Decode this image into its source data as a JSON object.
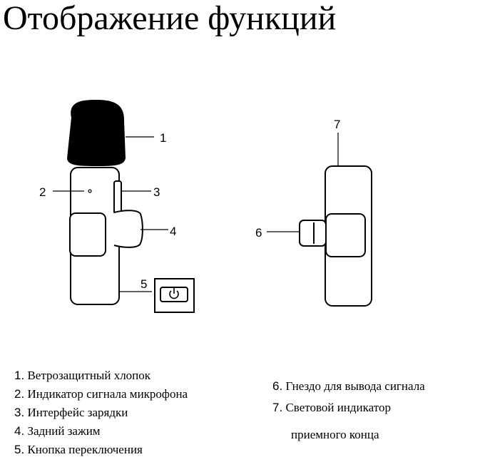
{
  "title": "Отображение функций",
  "callouts": [
    "1",
    "2",
    "3",
    "4",
    "5",
    "6",
    "7"
  ],
  "legend_left": [
    {
      "num": "1.",
      "text": "Ветрозащитный хлопок"
    },
    {
      "num": "2.",
      "text": "Индикатор сигнала микрофона"
    },
    {
      "num": "3.",
      "text": "Интерфейс зарядки"
    },
    {
      "num": "4.",
      "text": "Задний зажим"
    },
    {
      "num": "5.",
      "text": "Кнопка переключения"
    }
  ],
  "legend_right": [
    {
      "num": "6.",
      "text": "Гнездо для вывода сигнала"
    },
    {
      "num": "7.",
      "text": "Световой индикатор"
    },
    {
      "num": "",
      "text": "приемного конца"
    }
  ],
  "icons": [
    "power-icon"
  ]
}
